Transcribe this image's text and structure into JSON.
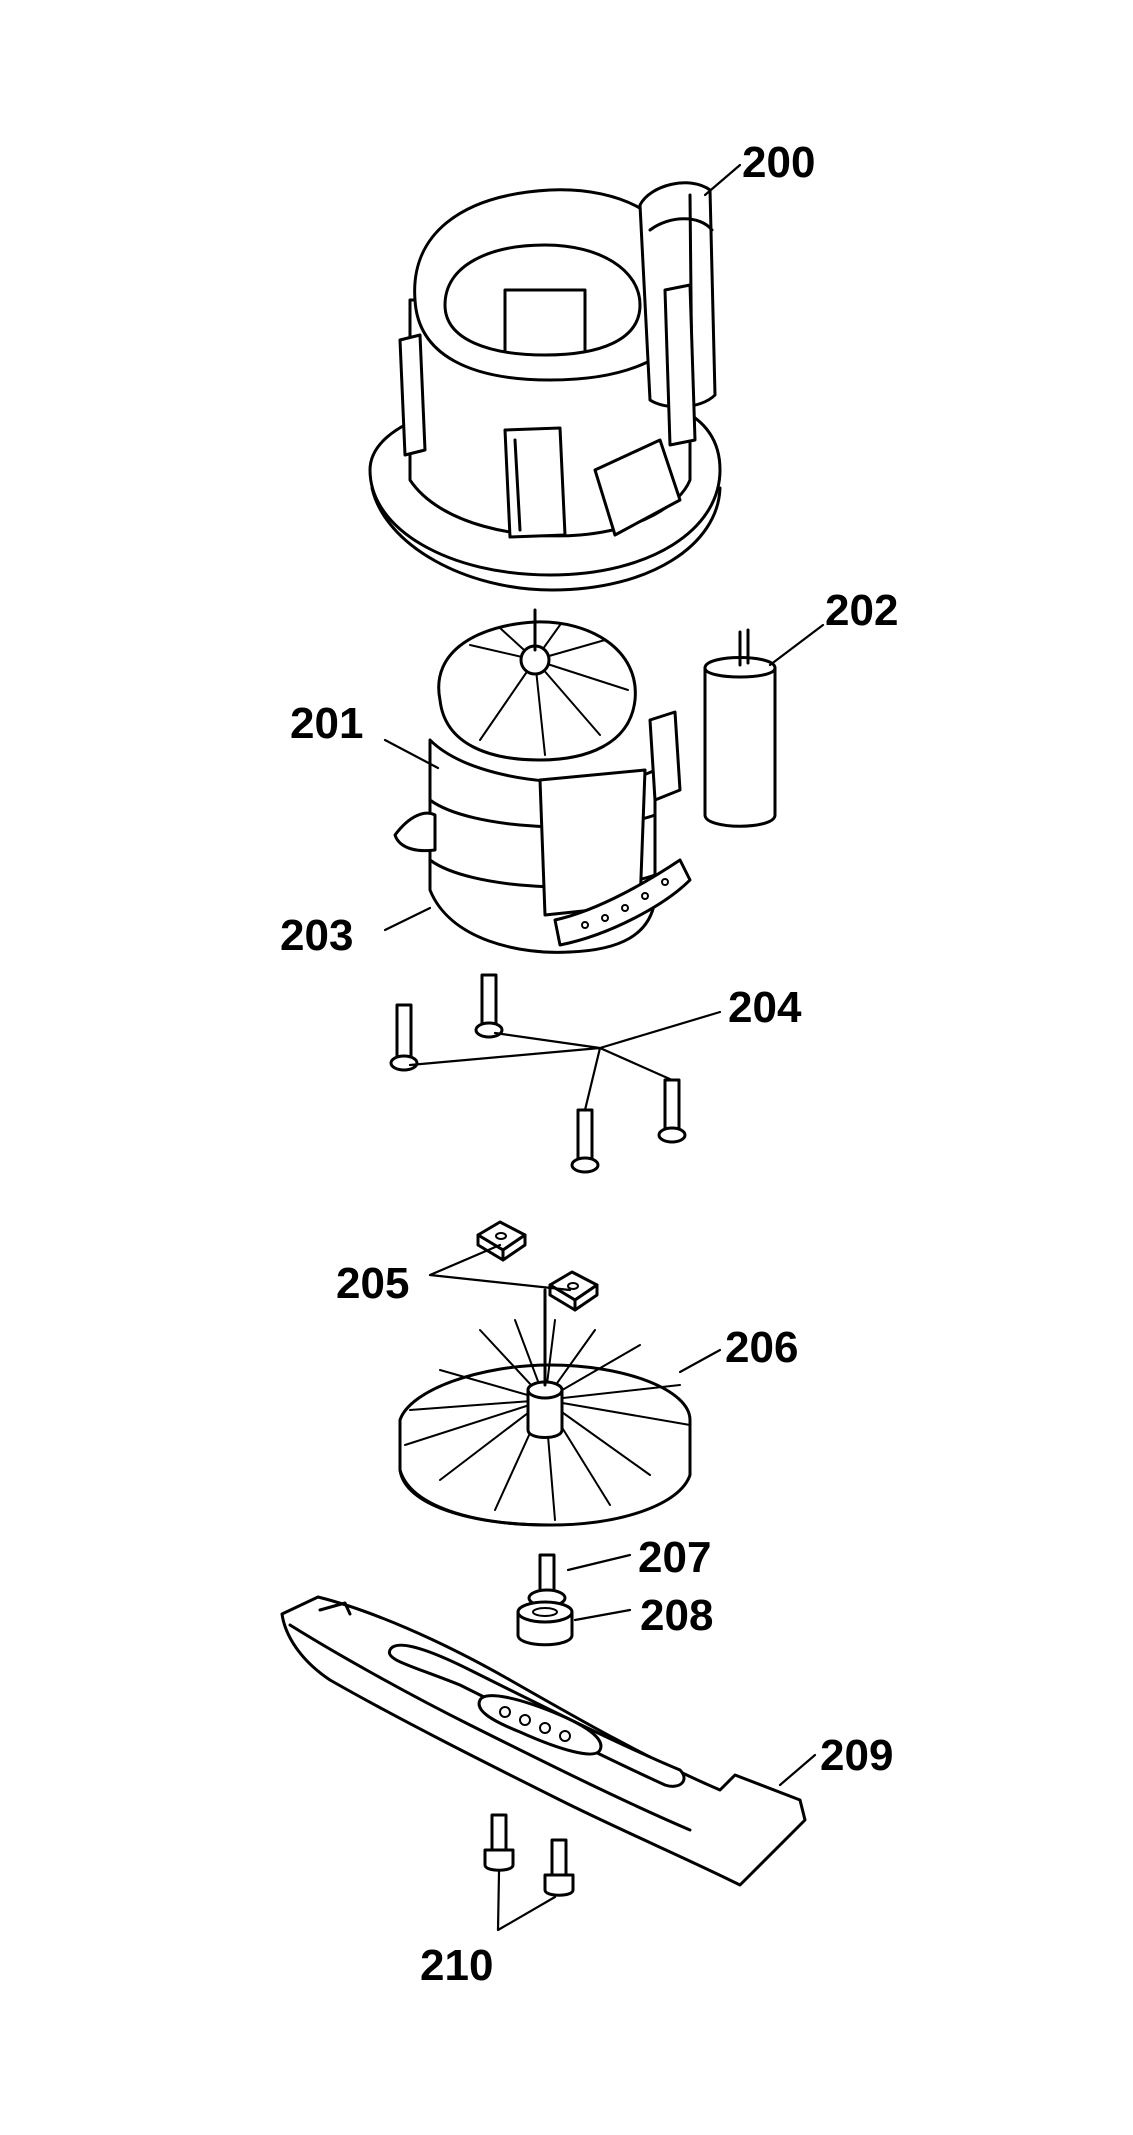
{
  "colors": {
    "ink": "#000000",
    "paper": "#ffffff"
  },
  "parts": [
    {
      "id": "p200",
      "label": "200"
    },
    {
      "id": "p201",
      "label": "201"
    },
    {
      "id": "p202",
      "label": "202"
    },
    {
      "id": "p203",
      "label": "203"
    },
    {
      "id": "p204",
      "label": "204"
    },
    {
      "id": "p205",
      "label": "205"
    },
    {
      "id": "p206",
      "label": "206"
    },
    {
      "id": "p207",
      "label": "207"
    },
    {
      "id": "p208",
      "label": "208"
    },
    {
      "id": "p209",
      "label": "209"
    },
    {
      "id": "p210",
      "label": "210"
    }
  ]
}
